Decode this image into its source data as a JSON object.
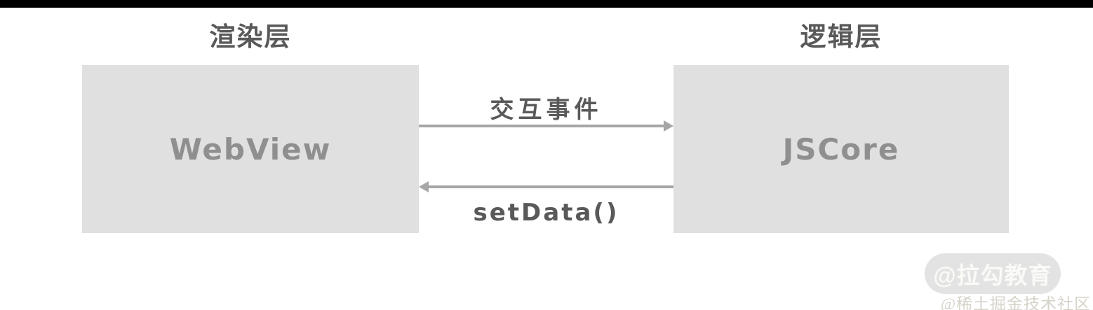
{
  "diagram": {
    "render_layer": {
      "title": "渲染层",
      "box_label": "WebView"
    },
    "logic_layer": {
      "title": "逻辑层",
      "box_label": "JSCore"
    },
    "arrows": {
      "to_logic": {
        "label": "交互事件",
        "direction": "right",
        "from": "WebView",
        "to": "JSCore"
      },
      "to_render": {
        "label": "setData()",
        "direction": "left",
        "from": "JSCore",
        "to": "WebView"
      }
    }
  },
  "watermarks": {
    "lagou": "@拉勾教育",
    "juejin": "@稀土掘金技术社区"
  },
  "colors": {
    "top_bar": "#000000",
    "box_fill": "#e0e0e0",
    "box_text": "#8f8f8f",
    "heading_text": "#595959",
    "arrow": "#a6a6a6",
    "watermark_pill": "#e3e3e3",
    "watermark_pill_text": "#fafaf7",
    "watermark_credit_text": "#d6d3c9"
  }
}
